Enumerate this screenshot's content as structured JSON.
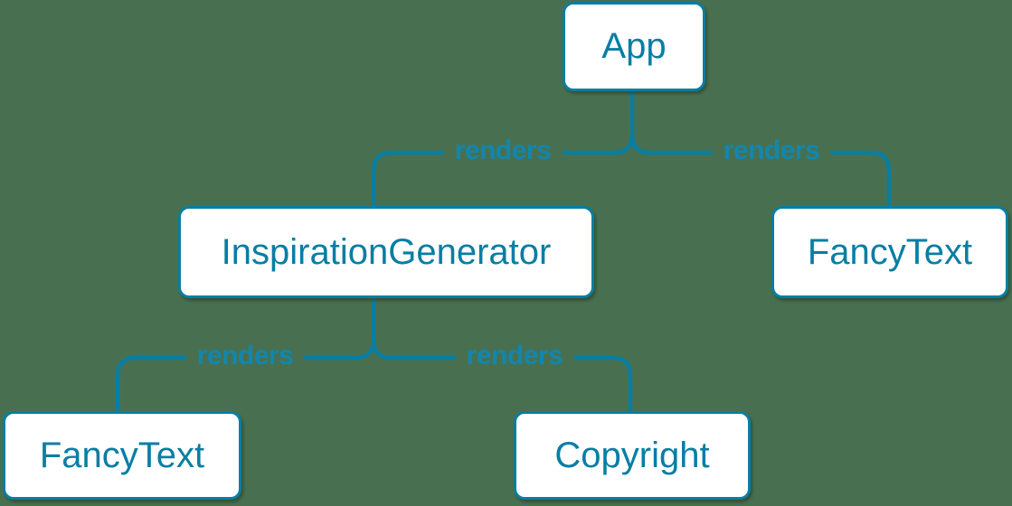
{
  "diagram": {
    "colors": {
      "background": "#487050",
      "connector_line": "#087ea4",
      "edge_label_text": "#1286ae",
      "node_border": "#087ea4",
      "node_text": "#087ea4",
      "node_background": "#ffffff"
    },
    "nodes": [
      {
        "id": "app",
        "label": "App"
      },
      {
        "id": "inspiration-generator",
        "label": "InspirationGenerator"
      },
      {
        "id": "fancy-text-top",
        "label": "FancyText"
      },
      {
        "id": "fancy-text-bottom",
        "label": "FancyText"
      },
      {
        "id": "copyright",
        "label": "Copyright"
      }
    ],
    "edges": [
      {
        "from": "App",
        "to": "InspirationGenerator",
        "label": "renders"
      },
      {
        "from": "App",
        "to": "FancyText",
        "label": "renders"
      },
      {
        "from": "InspirationGenerator",
        "to": "FancyText",
        "label": "renders"
      },
      {
        "from": "InspirationGenerator",
        "to": "Copyright",
        "label": "renders"
      }
    ]
  }
}
